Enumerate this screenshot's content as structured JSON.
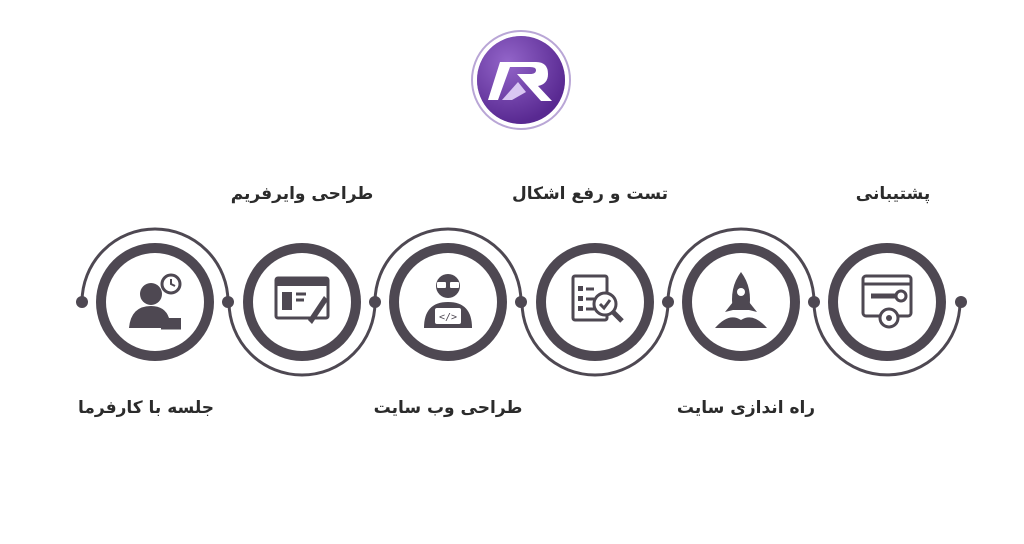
{
  "logo": {
    "primary_color": "#6a35a6",
    "accent_color": "#a98bd0",
    "icon": "logo-mark-icon"
  },
  "stroke_color": "#4e4852",
  "steps": [
    {
      "id": "support",
      "label": "پشتیبانی",
      "icon": "settings-wrench-icon",
      "label_pos": "top"
    },
    {
      "id": "launch",
      "label": "راه اندازی سایت",
      "icon": "rocket-icon",
      "label_pos": "bottom"
    },
    {
      "id": "testing",
      "label": "تست و رفع اشکال",
      "icon": "document-magnifier-icon",
      "label_pos": "top"
    },
    {
      "id": "web-design",
      "label": "طراحی وب سایت",
      "icon": "developer-icon",
      "label_pos": "bottom"
    },
    {
      "id": "wireframe",
      "label": "طراحی وایرفریم",
      "icon": "wireframe-design-icon",
      "label_pos": "top"
    },
    {
      "id": "meeting",
      "label": "جلسه با کارفرما",
      "icon": "client-meeting-icon",
      "label_pos": "bottom"
    }
  ]
}
